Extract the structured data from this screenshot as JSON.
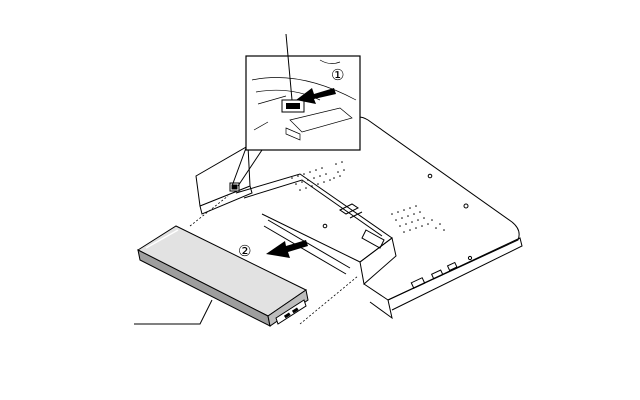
{
  "figure": {
    "description_free": true,
    "steps": [
      {
        "number": "1",
        "symbol": "①",
        "action": "slide-latch"
      },
      {
        "number": "2",
        "symbol": "②",
        "action": "remove-battery"
      }
    ],
    "callouts": [
      {
        "name": "latch-callout-line"
      },
      {
        "name": "battery-callout-line"
      }
    ],
    "colors": {
      "line": "#000000",
      "battery_top": "#e2e2e2",
      "battery_side": "#9e9e9e",
      "background": "#ffffff"
    }
  }
}
